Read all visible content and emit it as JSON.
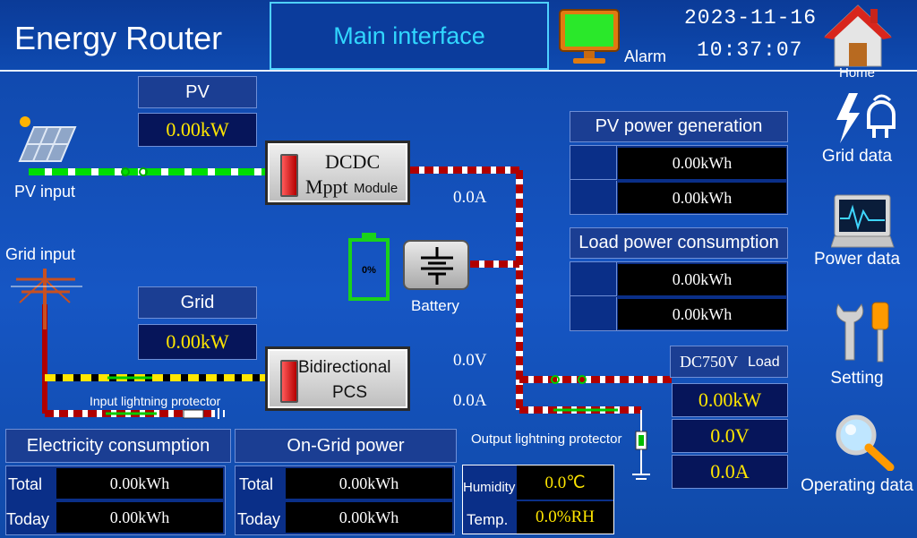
{
  "header": {
    "brand": "Energy Router",
    "screen_title": "Main interface",
    "alarm_label": "Alarm",
    "date": "2023-11-16",
    "time": "10:37:07"
  },
  "nav": {
    "home": "Home",
    "grid_data": "Grid data",
    "power_data": "Power data",
    "setting": "Setting",
    "operating_data": "Operating data"
  },
  "pv": {
    "title": "PV",
    "value": "0.00kW",
    "input_label": "PV input"
  },
  "grid": {
    "title": "Grid",
    "value": "0.00kW",
    "input_label": "Grid input",
    "input_protector": "Input lightning protector"
  },
  "dcdc": {
    "line1": "DCDC",
    "line2": "Mppt",
    "line3": "Module",
    "current": "0.0A"
  },
  "battery": {
    "label": "Battery",
    "soc": "0%"
  },
  "pcs": {
    "line1": "Bidirectional",
    "line2": "PCS",
    "voltage": "0.0V",
    "current": "0.0A"
  },
  "output_protector": "Output lightning protector",
  "pv_generation": {
    "title": "PV power generation",
    "rows": [
      "0.00kWh",
      "0.00kWh"
    ]
  },
  "load_consumption": {
    "title": "Load power consumption",
    "rows": [
      "0.00kWh",
      "0.00kWh"
    ]
  },
  "dc_load": {
    "title_a": "DC750V",
    "title_b": "Load",
    "power": "0.00kW",
    "voltage": "0.0V",
    "current": "0.0A"
  },
  "electricity": {
    "title": "Electricity consumption",
    "total_label": "Total",
    "total": "0.00kWh",
    "today_label": "Today",
    "today": "0.00kWh"
  },
  "on_grid": {
    "title": "On-Grid power",
    "total_label": "Total",
    "total": "0.00kWh",
    "today_label": "Today",
    "today": "0.00kWh"
  },
  "env": {
    "humidity_label": "Humidity",
    "humidity_value": "0.0℃",
    "temp_label": "Temp.",
    "temp_value": "0.0%RH"
  },
  "colors": {
    "accent": "#31d7ff",
    "value_yellow": "#ffe600",
    "line_red": "#b00000",
    "line_green": "#00dd00",
    "battery_green": "#1ad21a"
  }
}
